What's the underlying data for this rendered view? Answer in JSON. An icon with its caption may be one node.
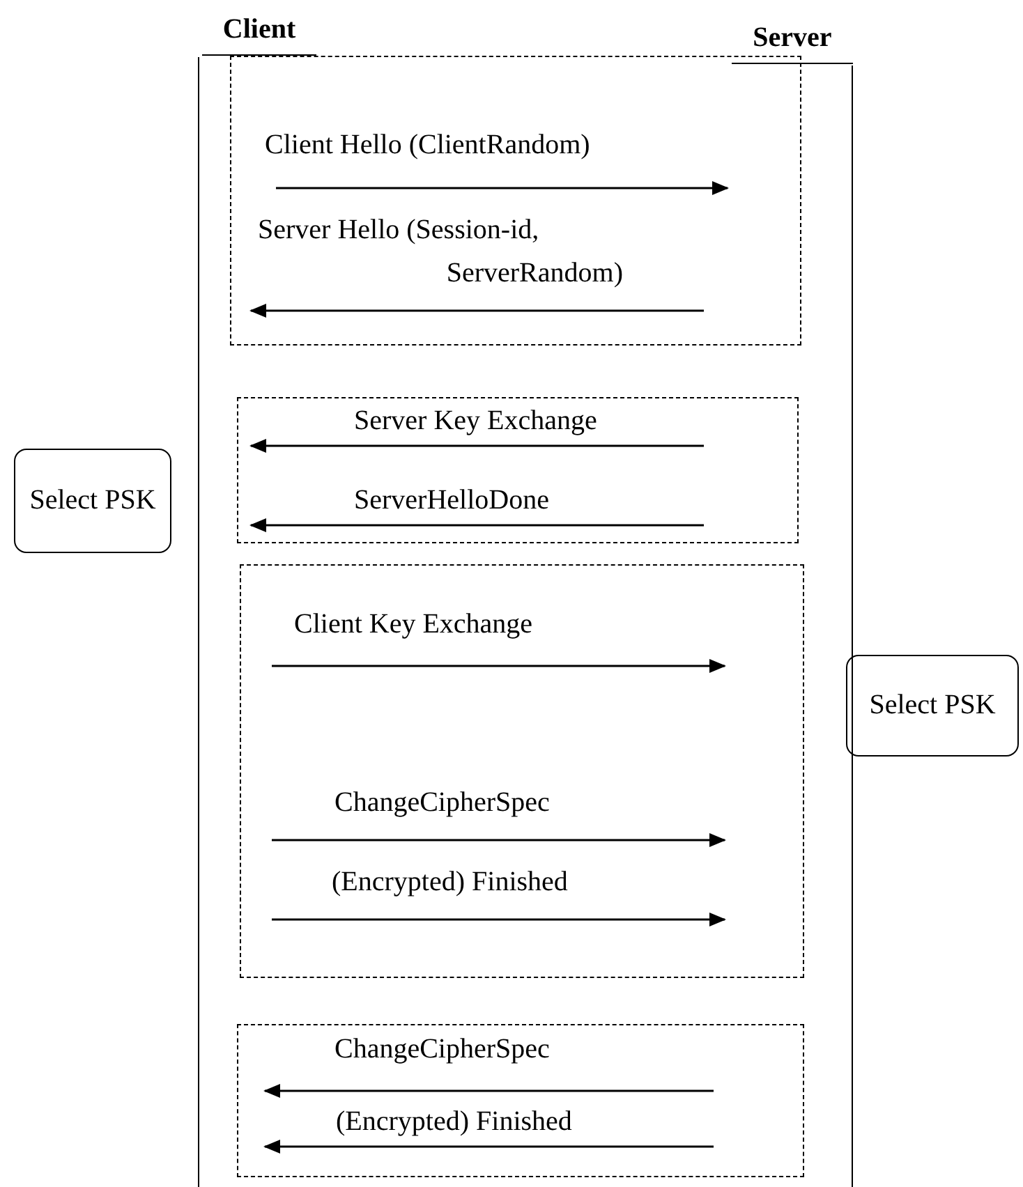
{
  "diagram": {
    "nodes": [
      {
        "text": [
          "Client"
        ]
      },
      {
        "text": [
          "Server"
        ]
      },
      {
        "text": [
          "Select PSK"
        ]
      },
      {
        "text": [
          "Select PSK"
        ]
      }
    ],
    "edges": [
      {
        "from": 0,
        "to": 1,
        "arrow": "to",
        "label": "Client Hello (ClientRandom)"
      },
      {
        "from": 1,
        "to": 0,
        "arrow": "to",
        "label": "Server Hello (Session-id, ServerRandom)"
      },
      {
        "from": 1,
        "to": 0,
        "arrow": "to",
        "label": "Server Key Exchange"
      },
      {
        "from": 1,
        "to": 0,
        "arrow": "to",
        "label": "ServerHelloDone"
      },
      {
        "from": 0,
        "to": 1,
        "arrow": "to",
        "label": "Client Key Exchange"
      },
      {
        "from": 0,
        "to": 1,
        "arrow": "to",
        "label": "ChangeCipherSpec"
      },
      {
        "from": 0,
        "to": 1,
        "arrow": "to",
        "label": "(Encrypted) Finished"
      },
      {
        "from": 1,
        "to": 0,
        "arrow": "to",
        "label": "ChangeCipherSpec"
      },
      {
        "from": 1,
        "to": 0,
        "arrow": "to",
        "label": "(Encrypted) Finished"
      }
    ]
  }
}
